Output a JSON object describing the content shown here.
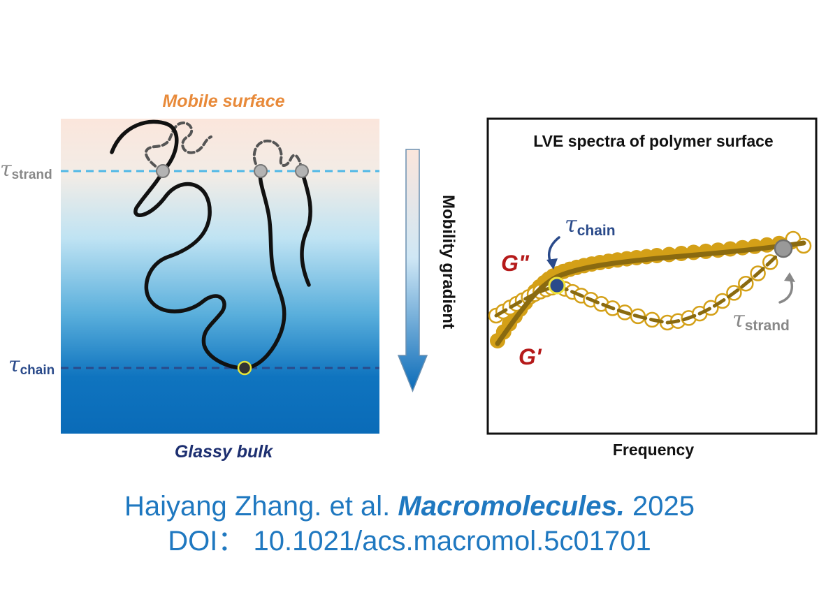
{
  "colors": {
    "surface_top": "#fbe6dc",
    "bulk": "#0a6bb8",
    "strand_line": "#4fb8e6",
    "chain_line": "#2a4a8a",
    "gold": "#d4a017",
    "olive": "#8a6a10",
    "dark_red": "#b51a1a",
    "navy": "#1d2f70",
    "orange": "#e88a3a",
    "gray": "#888888"
  },
  "left_panel": {
    "top_label": "Mobile surface",
    "bottom_label": "Glassy bulk",
    "strand_label": {
      "symbol": "τ",
      "sub": "strand"
    },
    "chain_label": {
      "symbol": "τ",
      "sub": "chain"
    },
    "gradient_label": "Mobility gradient"
  },
  "right_panel": {
    "title": "LVE spectra of polymer surface",
    "xlabel": "Frequency",
    "g2_label": "G\"",
    "g1_label": "G'",
    "tau_chain": {
      "symbol": "τ",
      "sub": "chain"
    },
    "tau_strand": {
      "symbol": "τ",
      "sub": "strand"
    }
  },
  "citation": {
    "line1_author": "Haiyang Zhang. et al.",
    "line1_journal": "Macromolecules.",
    "line1_year": "2025",
    "line2": "DOI： 10.1021/acs.macromol.5c01701"
  }
}
